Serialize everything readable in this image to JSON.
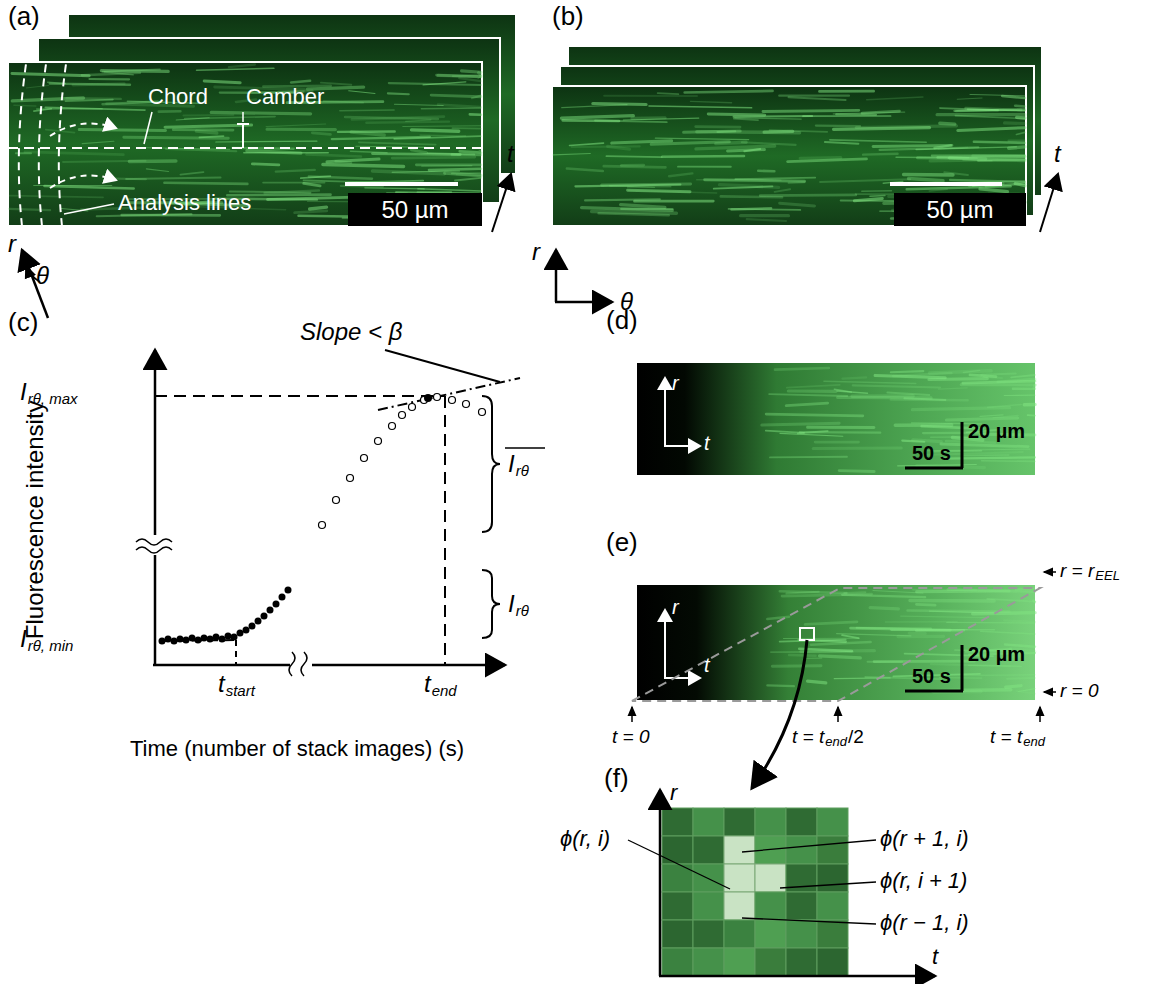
{
  "diagram": {
    "labels": [
      "(a)",
      "Chord",
      "Camber",
      "Analysis lines",
      "50 µm",
      "t",
      "r",
      "θ",
      "(b)",
      "50 µm",
      "t",
      "r",
      "θ",
      "(c)",
      "Slope < β",
      "I",
      "rθ, max",
      "I",
      "rθ, min",
      "t",
      "start",
      "t",
      "end",
      "Fluorescence intensity",
      "Time (number of stack images) (s)",
      "I",
      "rθ",
      "I",
      "rθ",
      "(d)",
      "r",
      "t",
      "20 µm",
      "50 s",
      "(e)",
      "r",
      "t",
      "20 µm",
      "50 s",
      "r = r",
      "EEL",
      "r = 0",
      "t = 0",
      "t = t",
      "end",
      "/2",
      "t = t",
      "end",
      "(f)",
      "ϕ(r, i)",
      "ϕ(r + 1, i)",
      "ϕ(r, i + 1)",
      "ϕ(r − 1, i)",
      "r",
      "t"
    ]
  }
}
